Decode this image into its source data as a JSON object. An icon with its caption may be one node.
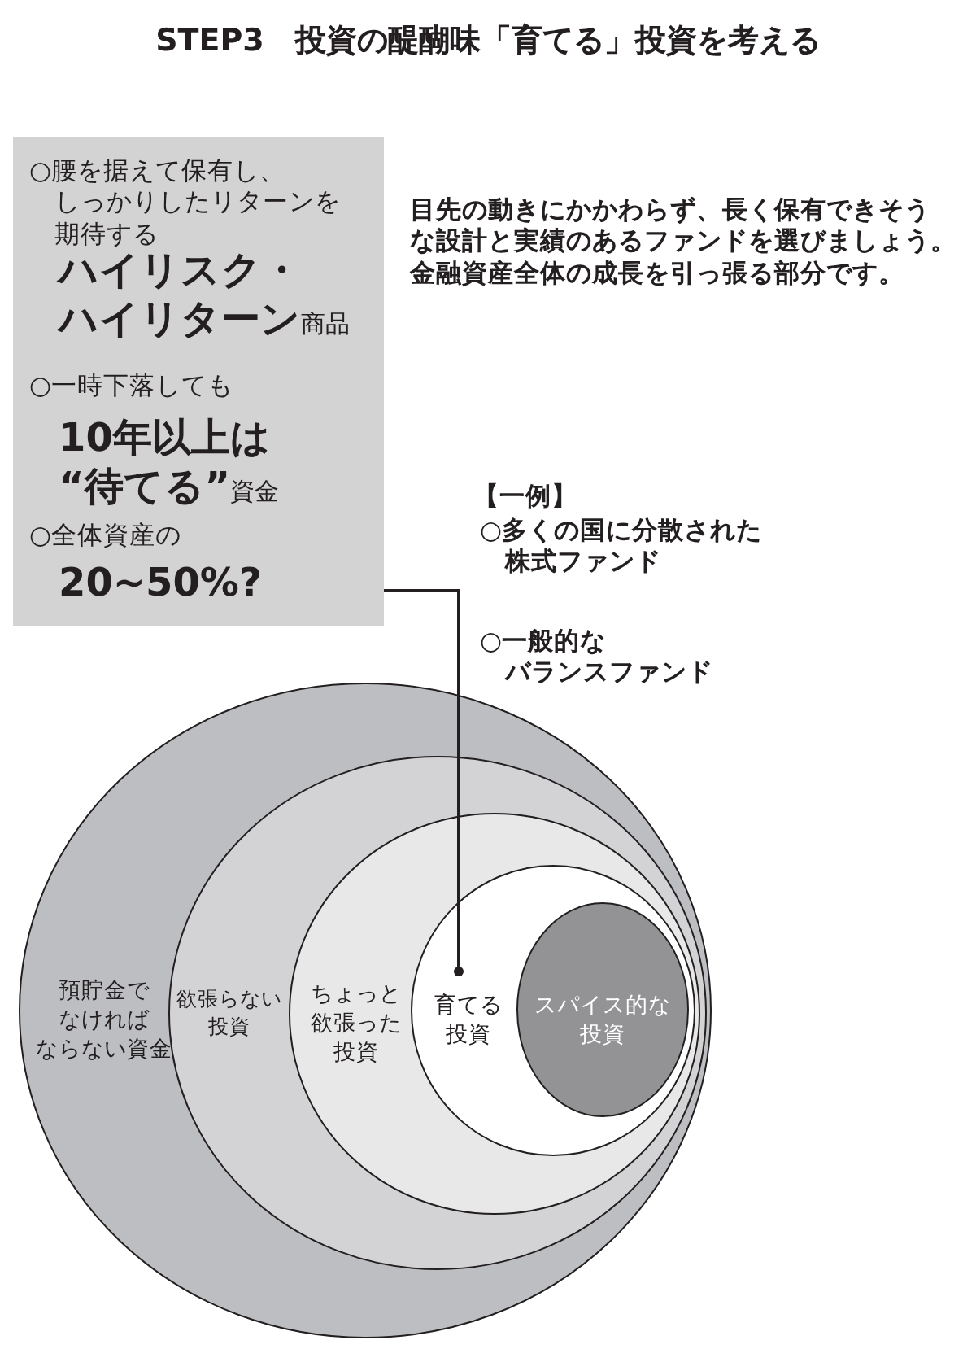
{
  "diagram": {
    "title": "STEP3　投資の醍醐味「育てる」投資を考える",
    "nodes": [
      {
        "text": [
          "○腰を据えて保有し、しっかりしたリターンを期待する",
          "**ハイリスク・ハイリターン**商品",
          "○一時下落しても",
          "**10年以上は“待てる”**資金",
          "○全体資産の",
          "20~50%?"
        ]
      },
      {
        "text": [
          "預貯金でなければならない資金"
        ]
      },
      {
        "text": [
          "欲張らない投資"
        ],
        "in": 1
      },
      {
        "text": [
          "ちょっと欲張った投資"
        ],
        "in": 2
      },
      {
        "text": [
          "育てる投資"
        ],
        "in": 3
      },
      {
        "text": [
          "スパイス的な投資"
        ],
        "in": 4
      }
    ],
    "edges": [
      {
        "from": 0,
        "to": 4,
        "arrow": "other"
      }
    ],
    "labels": [
      "目先の動きにかかわらず、長く保有できそうな設計と実績のあるファンドを選びましょう。金融資産全体の成長を引っ張る部分です。",
      "【一例】",
      "○多くの国に分散された株式ファンド",
      "○一般的なバランスファンド"
    ]
  }
}
